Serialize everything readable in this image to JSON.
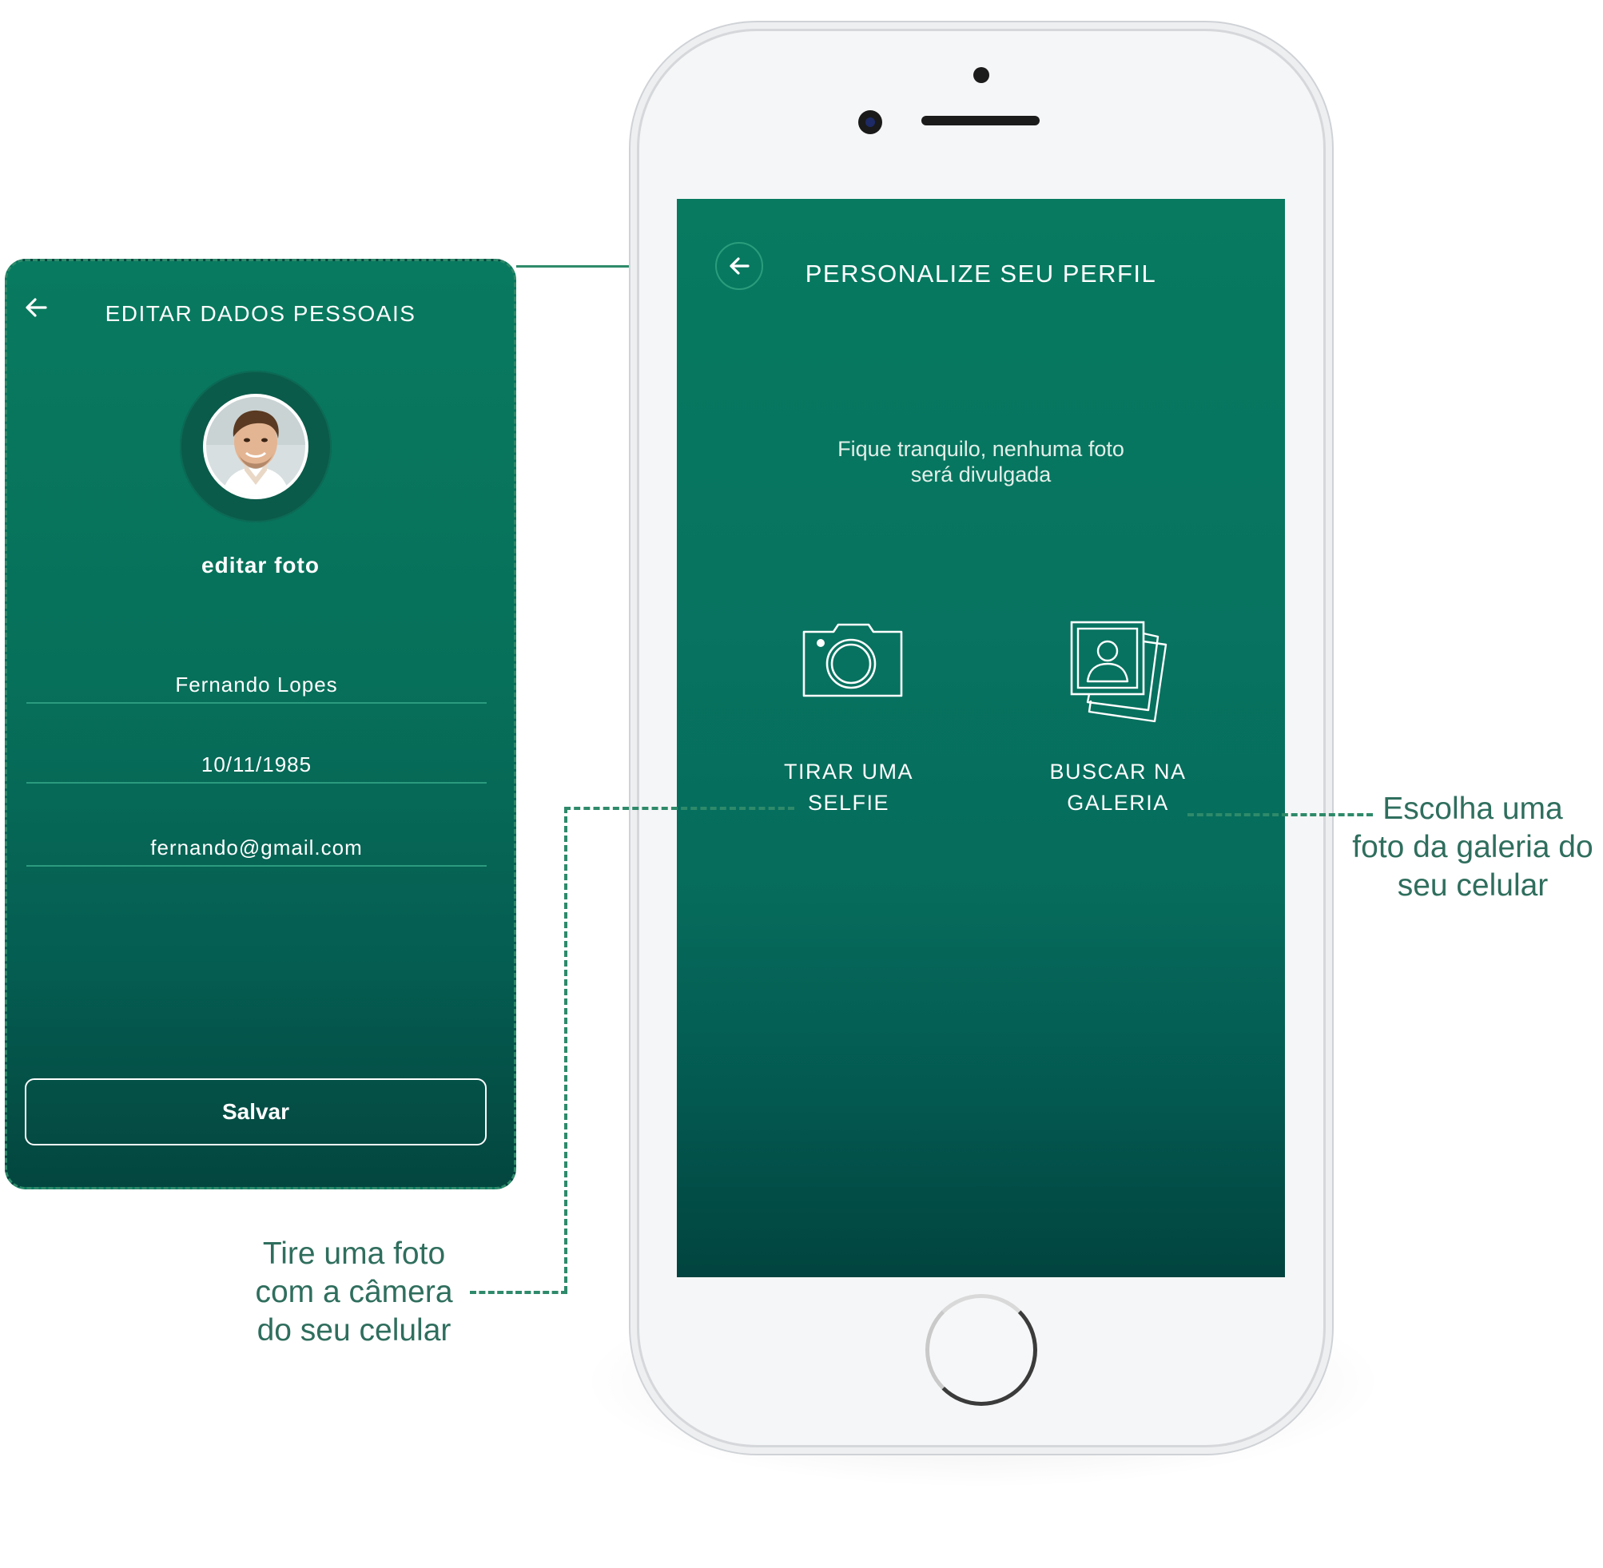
{
  "edit_profile": {
    "title": "EDITAR DADOS PESSOAIS",
    "edit_photo_label": "editar foto",
    "fields": [
      {
        "value": "Fernando Lopes"
      },
      {
        "value": "10/11/1985"
      },
      {
        "value": "fernando@gmail.com"
      }
    ],
    "save_label": "Salvar",
    "icons": {
      "back": "back-arrow-icon",
      "avatar": "profile-photo"
    }
  },
  "personalize": {
    "title": "PERSONALIZE SEU PERFIL",
    "subtitle_line1": "Fique tranquilo, nenhuma foto",
    "subtitle_line2": "será divulgada",
    "options": [
      {
        "icon": "camera-icon",
        "line1": "TIRAR UMA",
        "line2": "SELFIE"
      },
      {
        "icon": "gallery-icon",
        "line1": "BUSCAR NA",
        "line2": "GALERIA"
      }
    ]
  },
  "annotations": {
    "camera": [
      "Tire uma foto",
      "com a câmera",
      "do seu celular"
    ],
    "gallery": [
      "Escolha uma",
      "foto da galeria do",
      "seu celular"
    ]
  },
  "colors": {
    "screen_green": "#077a60",
    "screen_dark": "#02443f",
    "annotation_text": "#2f6e5d",
    "dash_line": "#2e8a6a"
  }
}
